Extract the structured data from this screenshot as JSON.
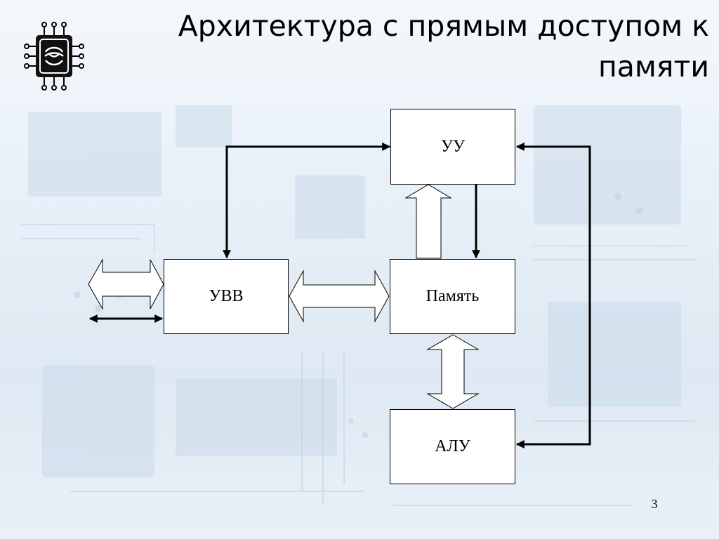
{
  "slide": {
    "title": "Архитектура с прямым доступом к памяти",
    "page_number": "3"
  },
  "logo": {
    "icon": "chip-logo-icon"
  },
  "diagram": {
    "blocks": {
      "uu": "УУ",
      "uvv": "УВВ",
      "memory": "Память",
      "alu": "АЛУ"
    },
    "connections": [
      {
        "from": "УВВ",
        "to": "УУ",
        "kind": "bidirectional-line"
      },
      {
        "from": "УУ",
        "to": "Память",
        "kind": "line-arrow"
      },
      {
        "from": "Память",
        "to": "УУ",
        "kind": "hollow-arrow"
      },
      {
        "from": "УВВ",
        "to": "Память",
        "kind": "hollow-bidirectional"
      },
      {
        "from": "Память",
        "to": "АЛУ",
        "kind": "hollow-bidirectional"
      },
      {
        "from": "АЛУ",
        "to": "УУ",
        "kind": "bidirectional-line"
      },
      {
        "from": "external",
        "to": "УВВ",
        "kind": "hollow-bidirectional"
      },
      {
        "from": "external",
        "to": "УВВ",
        "kind": "bidirectional-line"
      }
    ]
  },
  "colors": {
    "background": "#e6eef6",
    "box_fill": "#ffffff",
    "stroke": "#000000"
  }
}
